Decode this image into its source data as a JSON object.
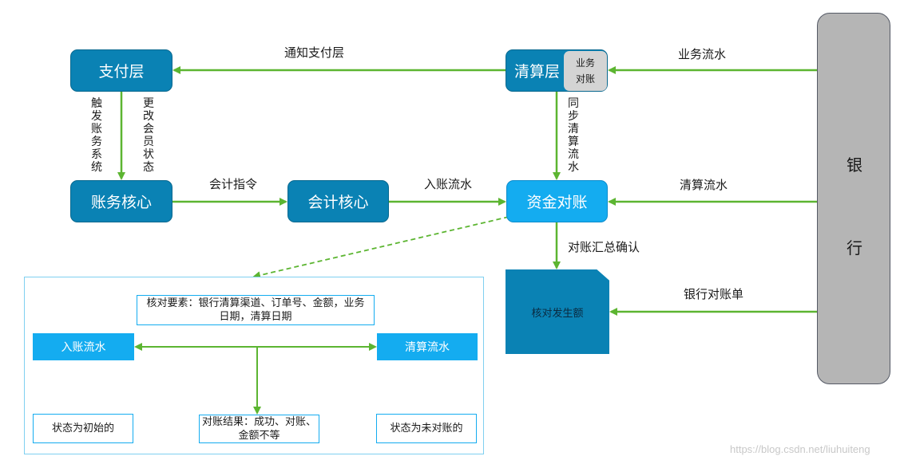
{
  "nodes": {
    "payment_layer": "支付层",
    "clearing_layer": "清算层",
    "biz_reconcile_1": "业务",
    "biz_reconcile_2": "对账",
    "accounting_core": "账务核心",
    "bookkeeping_core": "会计核心",
    "fund_reconcile": "资金对账",
    "verify_amount": "核对发生额",
    "bank_1": "银",
    "bank_2": "行"
  },
  "edges": {
    "notify_payment": "通知支付层",
    "biz_flow": "业务流水",
    "trigger_accounting": "触发账务系统",
    "update_member": "更改会员状态",
    "sync_clearing": "同步清算流水",
    "accounting_instruction": "会计指令",
    "posting_flow": "入账流水",
    "clearing_flow": "清算流水",
    "summary_confirm": "对账汇总确认",
    "bank_statement": "银行对账单"
  },
  "detail": {
    "elements_line1": "核对要素：银行清算渠道、订单号、金额，业务",
    "elements_line2": "日期，清算日期",
    "left_bar": "入账流水",
    "right_bar": "清算流水",
    "result_line1": "对账结果：成功、对账、",
    "result_line2": "金额不等",
    "left_status": "状态为初始的",
    "right_status": "状态为未对账的"
  },
  "watermark": "https://blog.csdn.net/liuhuiteng",
  "colors": {
    "node_dark": "#0a82b4",
    "node_light": "#14acf0",
    "arrow": "#5cb531",
    "bank": "#b5b5b5"
  }
}
